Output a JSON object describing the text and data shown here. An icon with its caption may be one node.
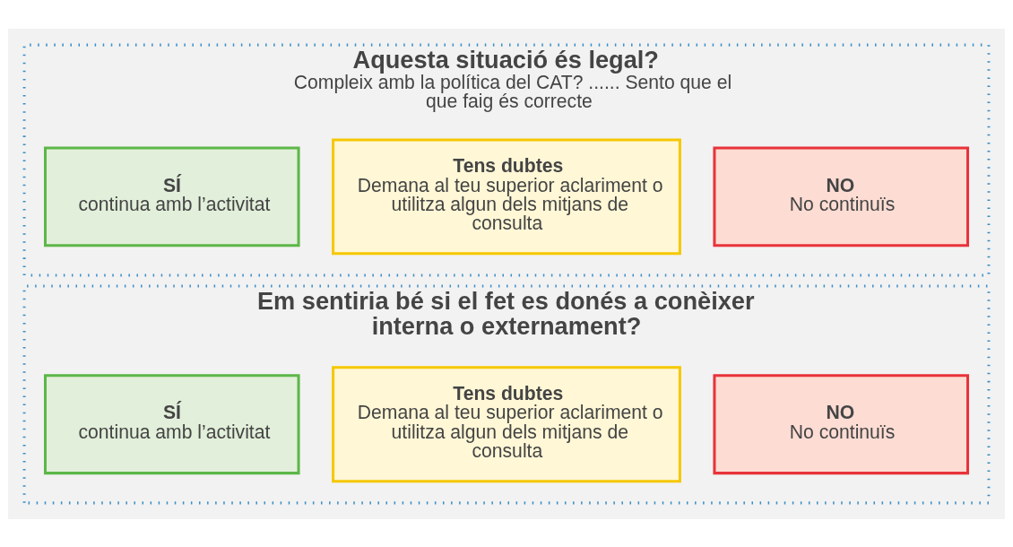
{
  "diagram": {
    "nodes": [
      {
        "text": [
          "Aquesta situació és legal?",
          "Compleix amb la política del CAT? ...... Sento que el que faig és correcte"
        ]
      },
      {
        "text": [
          "NO",
          "No continuïs"
        ],
        "in": 0
      },
      {
        "text": [
          "Tens dubtes",
          "Demana al teu superior aclariment o utilitza algun dels mitjans de consulta"
        ],
        "in": 0
      },
      {
        "text": [
          "SÍ",
          "continua amb l’activitat"
        ],
        "in": 0
      },
      {
        "text": [
          "Em sentiria bé si el fet es donés a conèixer interna o externament?"
        ]
      },
      {
        "text": [
          "NO",
          "No continuïs"
        ],
        "in": 4
      },
      {
        "text": [
          "Tens dubtes",
          "Demana al teu superior aclariment o utilitza algun dels mitjans de consulta"
        ],
        "in": 4
      },
      {
        "text": [
          "SÍ",
          "continua amb l’activitat"
        ],
        "in": 4
      }
    ],
    "edges": []
  }
}
